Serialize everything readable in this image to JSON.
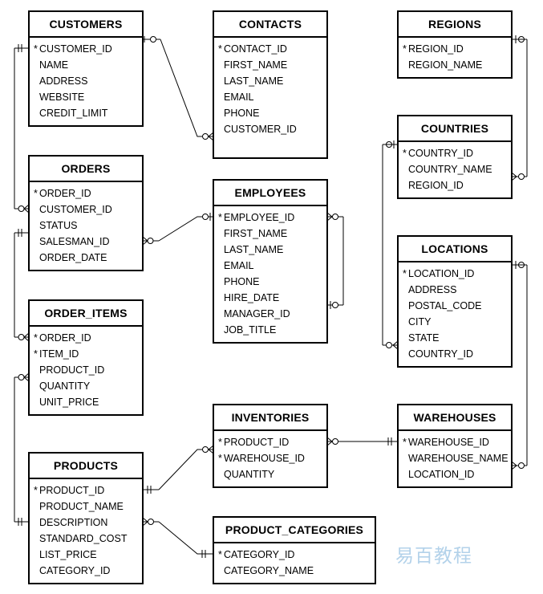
{
  "entities": {
    "customers": {
      "title": "CUSTOMERS",
      "attributes": [
        {
          "pk": "*",
          "name": "CUSTOMER_ID"
        },
        {
          "pk": "",
          "name": "NAME"
        },
        {
          "pk": "",
          "name": "ADDRESS"
        },
        {
          "pk": "",
          "name": "WEBSITE"
        },
        {
          "pk": "",
          "name": "CREDIT_LIMIT"
        }
      ]
    },
    "contacts": {
      "title": "CONTACTS",
      "attributes": [
        {
          "pk": "*",
          "name": "CONTACT_ID"
        },
        {
          "pk": "",
          "name": "FIRST_NAME"
        },
        {
          "pk": "",
          "name": "LAST_NAME"
        },
        {
          "pk": "",
          "name": "EMAIL"
        },
        {
          "pk": "",
          "name": "PHONE"
        },
        {
          "pk": "",
          "name": "CUSTOMER_ID"
        }
      ]
    },
    "regions": {
      "title": "REGIONS",
      "attributes": [
        {
          "pk": "*",
          "name": "REGION_ID"
        },
        {
          "pk": "",
          "name": "REGION_NAME"
        }
      ]
    },
    "countries": {
      "title": "COUNTRIES",
      "attributes": [
        {
          "pk": "*",
          "name": "COUNTRY_ID"
        },
        {
          "pk": "",
          "name": "COUNTRY_NAME"
        },
        {
          "pk": "",
          "name": "REGION_ID"
        }
      ]
    },
    "orders": {
      "title": "ORDERS",
      "attributes": [
        {
          "pk": "*",
          "name": "ORDER_ID"
        },
        {
          "pk": "",
          "name": "CUSTOMER_ID"
        },
        {
          "pk": "",
          "name": "STATUS"
        },
        {
          "pk": "",
          "name": "SALESMAN_ID"
        },
        {
          "pk": "",
          "name": "ORDER_DATE"
        }
      ]
    },
    "employees": {
      "title": "EMPLOYEES",
      "attributes": [
        {
          "pk": "*",
          "name": "EMPLOYEE_ID"
        },
        {
          "pk": "",
          "name": "FIRST_NAME"
        },
        {
          "pk": "",
          "name": "LAST_NAME"
        },
        {
          "pk": "",
          "name": "EMAIL"
        },
        {
          "pk": "",
          "name": "PHONE"
        },
        {
          "pk": "",
          "name": "HIRE_DATE"
        },
        {
          "pk": "",
          "name": "MANAGER_ID"
        },
        {
          "pk": "",
          "name": "JOB_TITLE"
        }
      ]
    },
    "locations": {
      "title": "LOCATIONS",
      "attributes": [
        {
          "pk": "*",
          "name": "LOCATION_ID"
        },
        {
          "pk": "",
          "name": "ADDRESS"
        },
        {
          "pk": "",
          "name": "POSTAL_CODE"
        },
        {
          "pk": "",
          "name": "CITY"
        },
        {
          "pk": "",
          "name": "STATE"
        },
        {
          "pk": "",
          "name": "COUNTRY_ID"
        }
      ]
    },
    "order_items": {
      "title": "ORDER_ITEMS",
      "attributes": [
        {
          "pk": "*",
          "name": "ORDER_ID"
        },
        {
          "pk": "*",
          "name": "ITEM_ID"
        },
        {
          "pk": "",
          "name": "PRODUCT_ID"
        },
        {
          "pk": "",
          "name": "QUANTITY"
        },
        {
          "pk": "",
          "name": "UNIT_PRICE"
        }
      ]
    },
    "inventories": {
      "title": "INVENTORIES",
      "attributes": [
        {
          "pk": "*",
          "name": "PRODUCT_ID"
        },
        {
          "pk": "*",
          "name": "WAREHOUSE_ID"
        },
        {
          "pk": "",
          "name": "QUANTITY"
        }
      ]
    },
    "warehouses": {
      "title": "WAREHOUSES",
      "attributes": [
        {
          "pk": "*",
          "name": "WAREHOUSE_ID"
        },
        {
          "pk": "",
          "name": "WAREHOUSE_NAME"
        },
        {
          "pk": "",
          "name": "LOCATION_ID"
        }
      ]
    },
    "products": {
      "title": "PRODUCTS",
      "attributes": [
        {
          "pk": "*",
          "name": "PRODUCT_ID"
        },
        {
          "pk": "",
          "name": "PRODUCT_NAME"
        },
        {
          "pk": "",
          "name": "DESCRIPTION"
        },
        {
          "pk": "",
          "name": "STANDARD_COST"
        },
        {
          "pk": "",
          "name": "LIST_PRICE"
        },
        {
          "pk": "",
          "name": "CATEGORY_ID"
        }
      ]
    },
    "product_categories": {
      "title": "PRODUCT_CATEGORIES",
      "attributes": [
        {
          "pk": "*",
          "name": "CATEGORY_ID"
        },
        {
          "pk": "",
          "name": "CATEGORY_NAME"
        }
      ]
    }
  },
  "watermark": "易百教程"
}
